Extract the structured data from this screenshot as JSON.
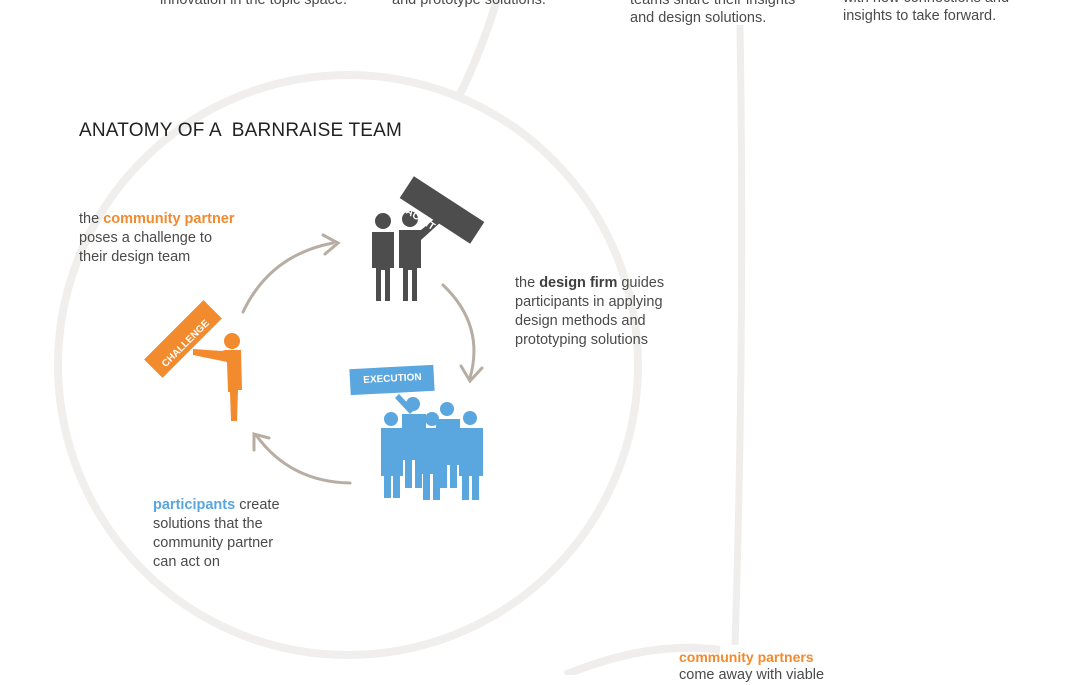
{
  "top_texts": {
    "col1_line": "innovation in the topic space.",
    "col2_line": "and prototype solutions.",
    "col3_line1": "teams share their insights",
    "col3_line2": "and design solutions.",
    "col4_line1": "with new connections and",
    "col4_line2": "insights to take forward."
  },
  "title": "ANATOMY OF A  BARNRAISE TEAM",
  "community_partner_text": {
    "pre": "the ",
    "highlight": "community partner",
    "line2": "poses a challenge to",
    "line3": "their design team"
  },
  "design_firm_text": {
    "pre": "the ",
    "highlight": "design firm",
    "post": " guides",
    "line2": "participants in applying",
    "line3": "design methods and",
    "line4": "prototyping solutions"
  },
  "participants_text": {
    "highlight": "participants",
    "post": " create",
    "line2": "solutions that the",
    "line3": "community partner",
    "line4": "can act on"
  },
  "signs": {
    "facilitation": "FACILITATION",
    "challenge": "CHALLENGE",
    "execution": "EXECUTION"
  },
  "bottom_text": {
    "highlight": "community partners",
    "line2": "come away with viable"
  },
  "colors": {
    "orange": "#f28a2e",
    "blue": "#5aa6de",
    "dark_gray": "#4d4d4d",
    "arrow": "#b8ada3",
    "circle": "#f0efed"
  }
}
